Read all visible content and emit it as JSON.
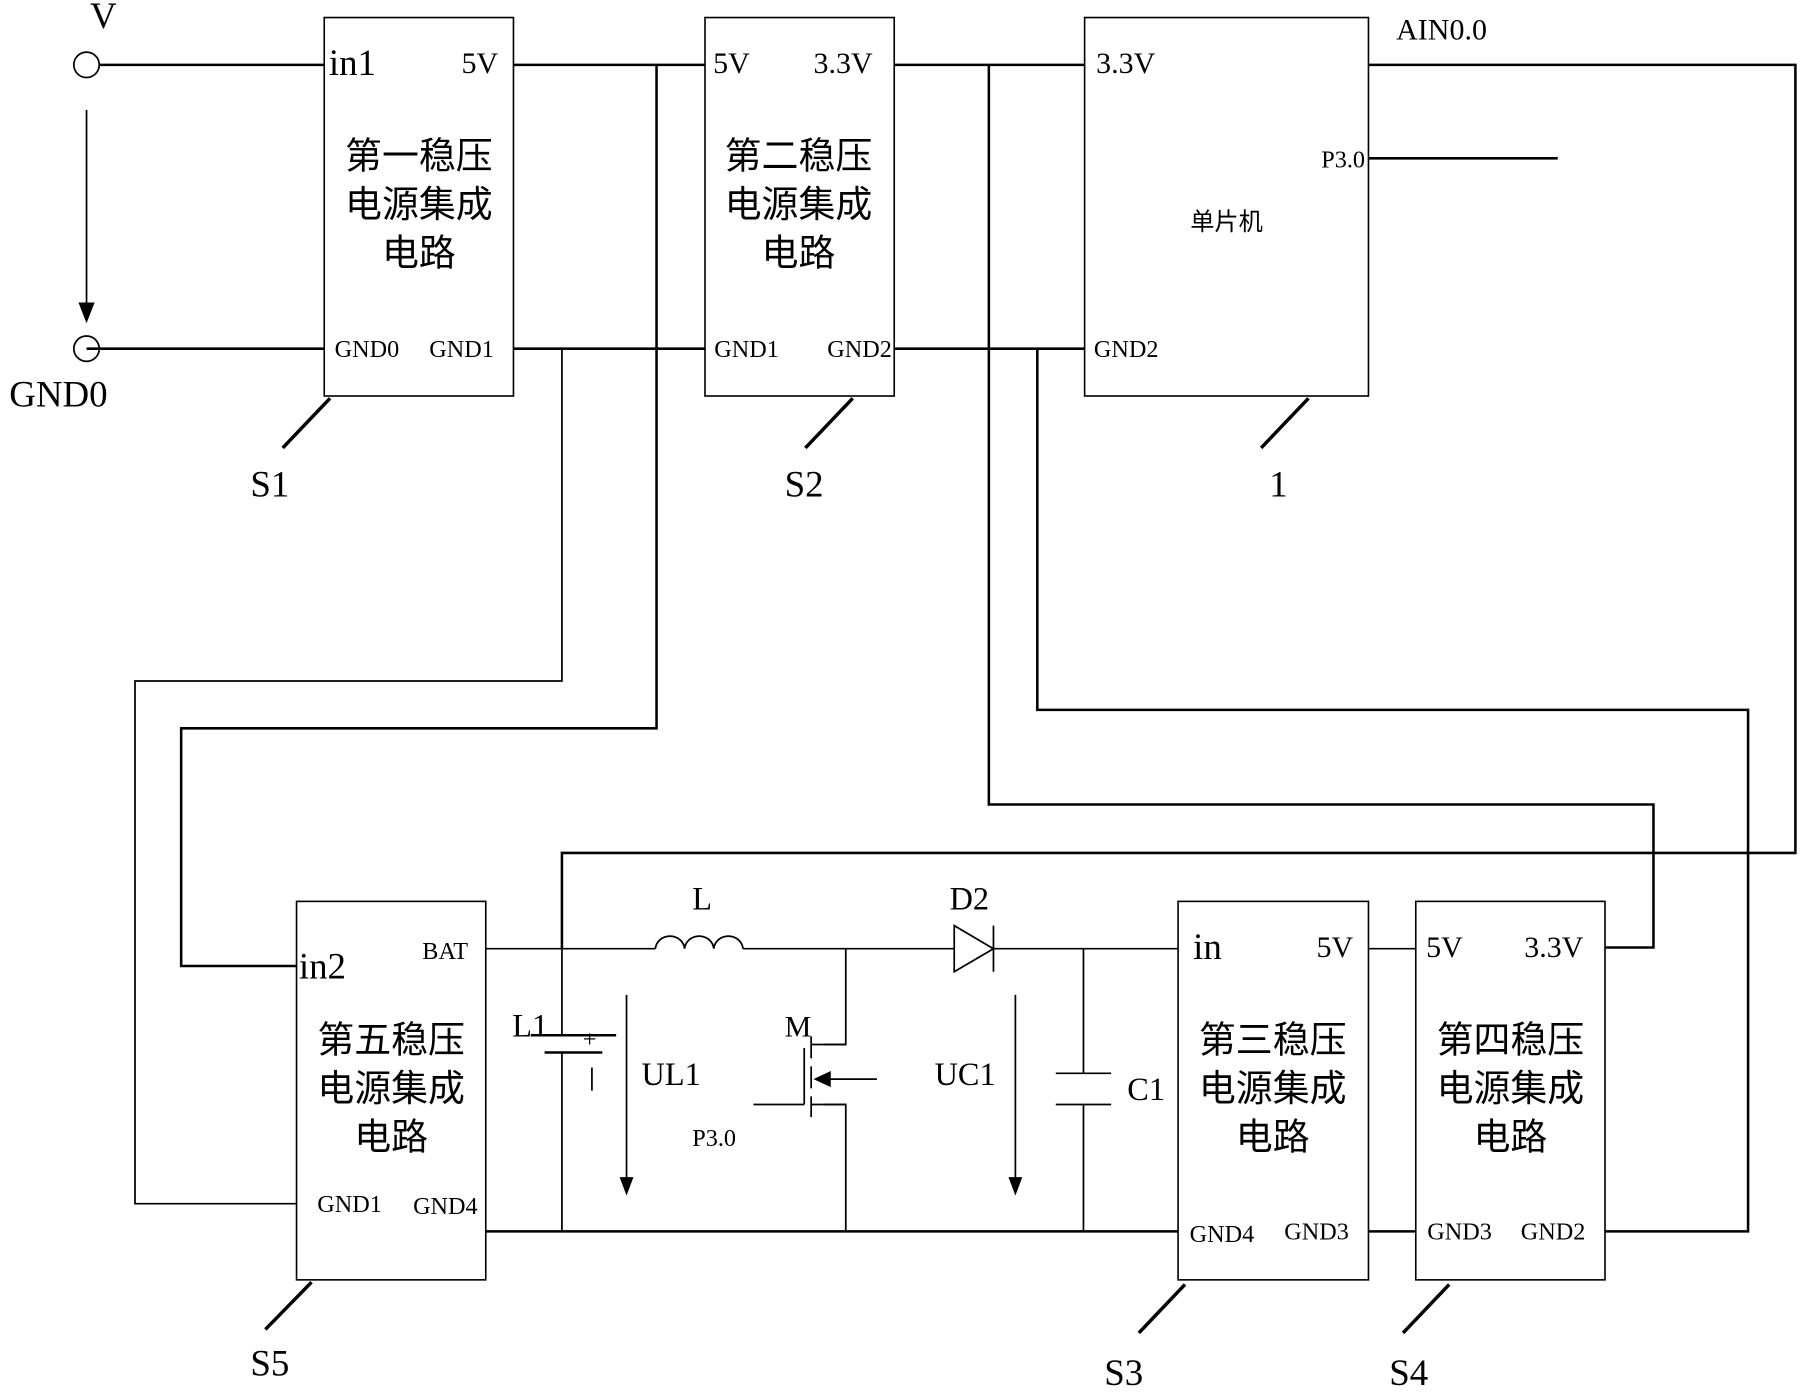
{
  "terminals": {
    "v_label": "V",
    "gnd_label": "GND0"
  },
  "blocks": {
    "s1": {
      "ref": "S1",
      "title_lines": [
        "第一稳压",
        "电源集成",
        "电路"
      ],
      "pins": {
        "in": "in1",
        "out": "5V",
        "gnd_in": "GND0",
        "gnd_out": "GND1"
      }
    },
    "s2": {
      "ref": "S2",
      "title_lines": [
        "第二稳压",
        "电源集成",
        "电路"
      ],
      "pins": {
        "in": "5V",
        "out": "3.3V",
        "gnd_in": "GND1",
        "gnd_out": "GND2"
      }
    },
    "mcu": {
      "ref": "1",
      "title": "单片机",
      "pins": {
        "vcc": "3.3V",
        "gnd": "GND2",
        "p30": "P3.0",
        "ain": "AIN0.0"
      }
    },
    "s5": {
      "ref": "S5",
      "title_lines": [
        "第五稳压",
        "电源集成",
        "电路"
      ],
      "pins": {
        "in": "in2",
        "bat": "BAT",
        "gnd1": "GND1",
        "gnd4": "GND4"
      }
    },
    "s3": {
      "ref": "S3",
      "title_lines": [
        "第三稳压",
        "电源集成",
        "电路"
      ],
      "pins": {
        "in": "in",
        "out": "5V",
        "gnd_in": "GND4",
        "gnd_out": "GND3"
      }
    },
    "s4": {
      "ref": "S4",
      "title_lines": [
        "第四稳压",
        "电源集成",
        "电路"
      ],
      "pins": {
        "in": "5V",
        "out": "3.3V",
        "gnd_in": "GND3",
        "gnd_out": "GND2"
      }
    }
  },
  "components": {
    "inductor": "L",
    "diode": "D2",
    "mosfet": "M",
    "mosfet_gate": "P3.0",
    "battery": "L1",
    "battery_plus": "+",
    "battery_minus": "-",
    "capacitor": "C1",
    "voltage_ul1": "UL1",
    "voltage_uc1": "UC1"
  }
}
